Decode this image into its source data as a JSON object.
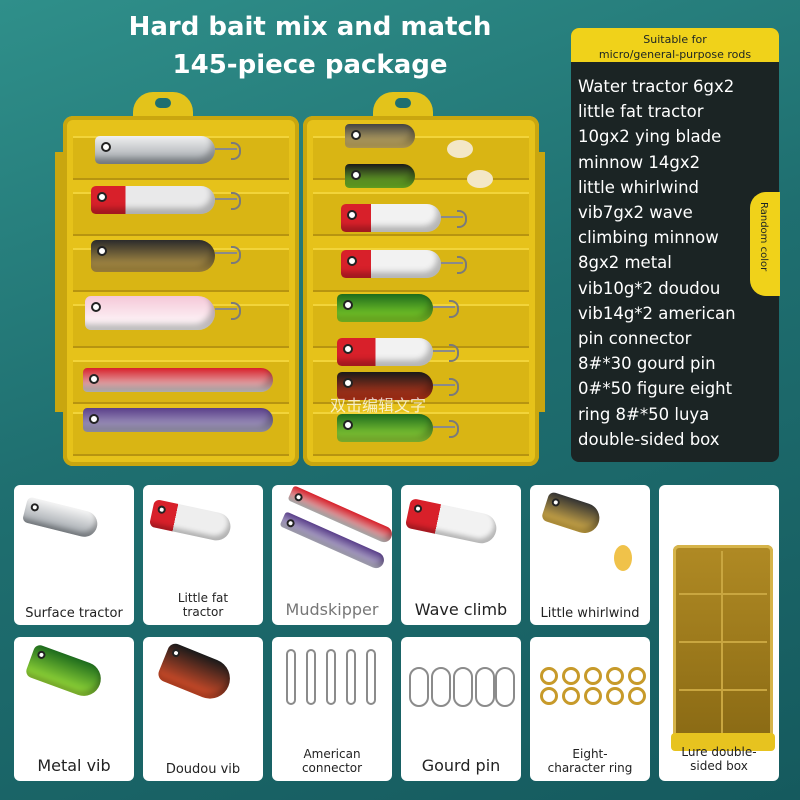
{
  "title": {
    "line1": "Hard bait mix and match",
    "line2": "145-piece package"
  },
  "info_panel": {
    "header_line1": "Suitable for",
    "header_line2": "micro/general-purpose rods",
    "body": "Water tractor 6gx2\nlittle fat tractor\n10gx2 ying blade\nminnow 14gx2\nlittle whirlwind\nvib7gx2 wave\nclimbing minnow\n8gx2 metal\nvib10g*2 doudou\nvib14g*2 american\npin connector\n8#*30 gourd pin\n0#*50 figure eight\nring 8#*50 luya\ndouble-sided box",
    "side_tag": "Random color"
  },
  "watermark": "双击编辑文字",
  "products": [
    {
      "label": "Surface tractor"
    },
    {
      "label": "Little fat tractor"
    },
    {
      "label": "Mudskipper"
    },
    {
      "label": "Wave climb"
    },
    {
      "label": "Little whirlwind"
    },
    {
      "label": "Metal vib"
    },
    {
      "label": "Doudou vib"
    },
    {
      "label": "American connector"
    },
    {
      "label": "Gourd pin"
    },
    {
      "label": "Eight-character ring"
    },
    {
      "label": "Lure double-sided box"
    }
  ],
  "colors": {
    "background": "#1f6f70",
    "accent_yellow": "#f0d21a",
    "panel_dark": "#1b2424"
  }
}
